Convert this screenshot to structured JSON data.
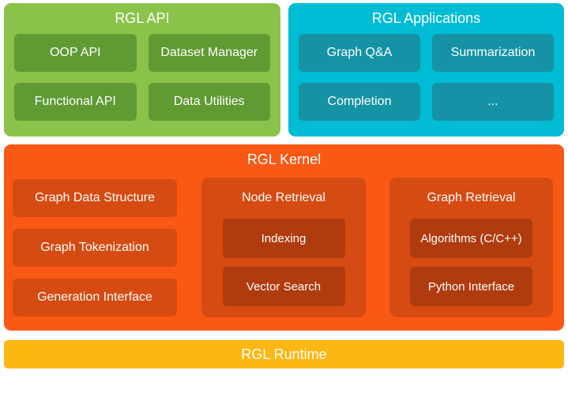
{
  "palette": {
    "api_bg": "#8BC34A",
    "api_box": "#609A33",
    "apps_bg": "#00BCD4",
    "apps_box": "#1593A4",
    "kernel_bg": "#F95815",
    "kernel_box": "#D54B12",
    "kernel_inner_box": "#B03B0E",
    "runtime_bg": "#FCB712",
    "text": "#FFFFFF"
  },
  "api_panel": {
    "title": "RGL API",
    "boxes": [
      "OOP API",
      "Dataset Manager",
      "Functional API",
      "Data Utilities"
    ]
  },
  "apps_panel": {
    "title": "RGL Applications",
    "boxes": [
      "Graph Q&A",
      "Summarization",
      "Completion",
      "..."
    ]
  },
  "kernel": {
    "title": "RGL Kernel",
    "left_boxes": [
      "Graph Data Structure",
      "Graph Tokenization",
      "Generation Interface"
    ],
    "groups": [
      {
        "title": "Node Retrieval",
        "boxes": [
          "Indexing",
          "Vector Search"
        ]
      },
      {
        "title": "Graph Retrieval",
        "boxes": [
          "Algorithms (C/C++)",
          "Python Interface"
        ]
      }
    ]
  },
  "runtime": {
    "title": "RGL Runtime"
  }
}
